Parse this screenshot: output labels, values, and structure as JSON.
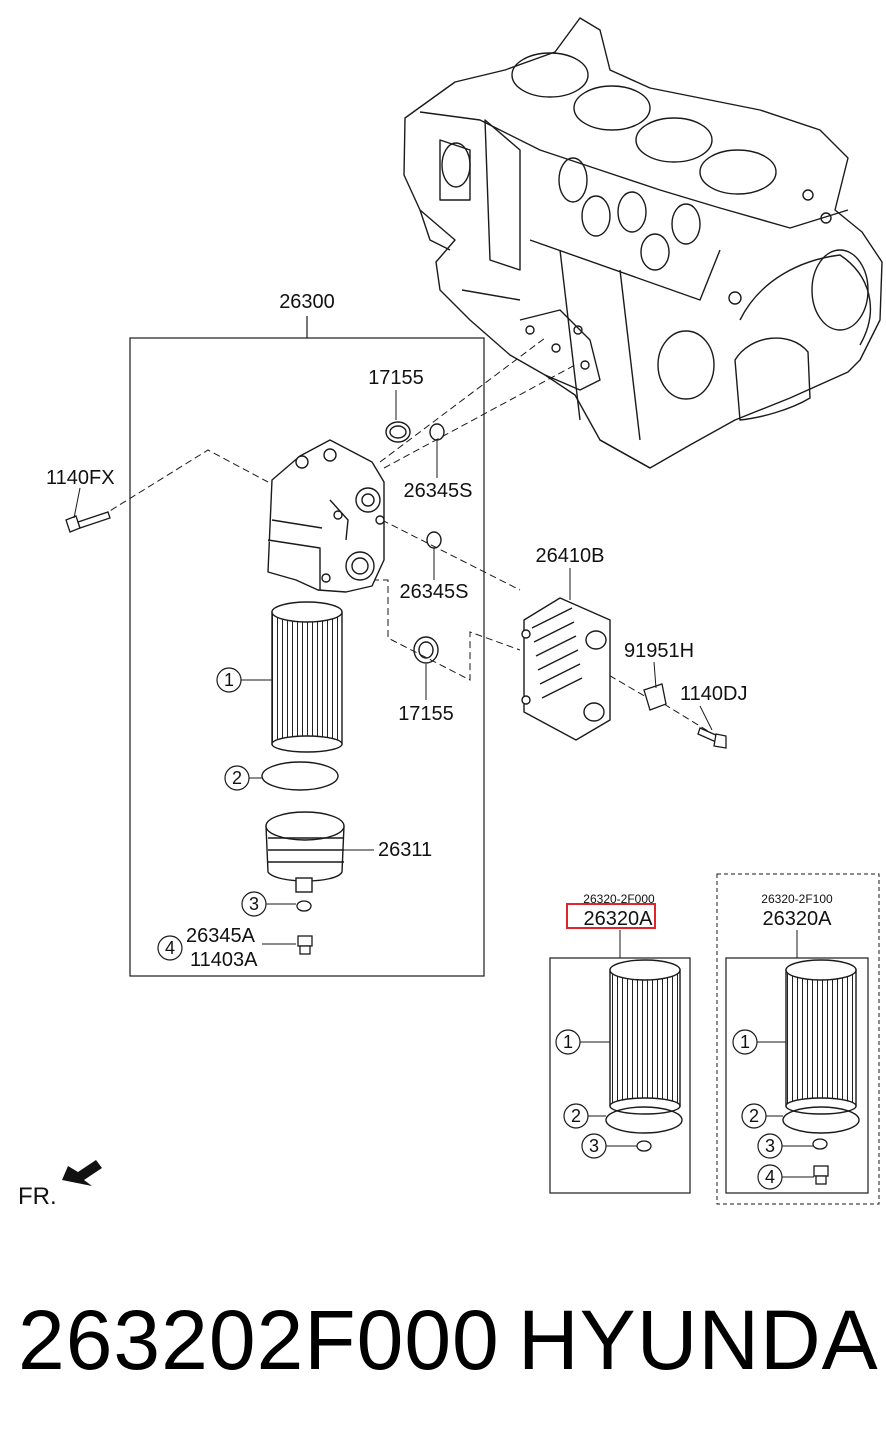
{
  "labels": {
    "assembly": "26300",
    "oring_top": "17155",
    "gasket_top": "26345S",
    "bolt_left": "1140FX",
    "gasket_mid": "26345S",
    "oring_bottom": "17155",
    "cooler": "26410B",
    "bracket": "91951H",
    "bolt_right": "1140DJ",
    "cap": "26311",
    "drain_a": "26345A",
    "drain_b": "11403A",
    "kit_center_code": "26320-2F000",
    "kit_center_label": "26320A",
    "kit_right_code": "26320-2F100",
    "kit_right_label": "26320A",
    "front": "FR."
  },
  "callouts": {
    "main": [
      "1",
      "2",
      "3",
      "4"
    ],
    "kit_center": [
      "1",
      "2",
      "3"
    ],
    "kit_right": [
      "1",
      "2",
      "3",
      "4"
    ]
  },
  "footer": {
    "part_number": "263202F000",
    "brand": "HYUNDAI"
  },
  "colors": {
    "line": "#1a1a1a",
    "highlight": "#e0242b"
  }
}
